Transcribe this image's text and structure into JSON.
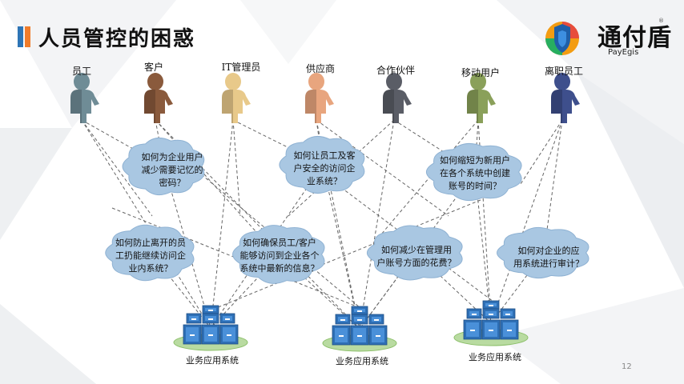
{
  "title": "人员管控的困惑",
  "logo": {
    "name": "通付盾",
    "sub": "PayEgis",
    "reg": "®"
  },
  "users": [
    {
      "label": "员工",
      "color": "#6f8c96"
    },
    {
      "label": "客户",
      "color": "#8a5a3c"
    },
    {
      "label": "IT管理员",
      "color": "#e8c98a"
    },
    {
      "label": "供应商",
      "color": "#e8a57e"
    },
    {
      "label": "合作伙伴",
      "color": "#5a5d66"
    },
    {
      "label": "移动用户",
      "color": "#8aa05a"
    },
    {
      "label": "离职员工",
      "color": "#3e4f8c"
    }
  ],
  "questions": [
    "如何为企业用户减少需要记忆的密码？",
    "如何让员工及客户安全的访问企业系统？",
    "如何缩短为新用户在各个系统中创建账号的时间？",
    "如何防止离开的员工扔能继续访问企业内系统？",
    "如何确保员工/客户能够访问到企业各个系统中最新的信息？",
    "如何减少在管理用户账号方面的花费？",
    "如何对企业的应用系统进行审计？"
  ],
  "question_lines": [
    [
      "如何为企业用户",
      "减少需要记忆的",
      "密码？"
    ],
    [
      "如何让员工及客",
      "户安全的访问企",
      "业系统？"
    ],
    [
      "如何缩短为新用户",
      "在各个系统中创建",
      "账号的时间？"
    ],
    [
      "如何防止离开的员",
      "工扔能继续访问企",
      "业内系统？"
    ],
    [
      "如何确保员工/客户",
      "能够访问到企业各个",
      "系统中最新的信息？"
    ],
    [
      "如何减少在管理用",
      "户账号方面的花费？"
    ],
    [
      "如何对企业的应",
      "用系统进行审计？"
    ]
  ],
  "systems": [
    "业务应用系统",
    "业务应用系统",
    "业务应用系统"
  ],
  "page_number": "12"
}
